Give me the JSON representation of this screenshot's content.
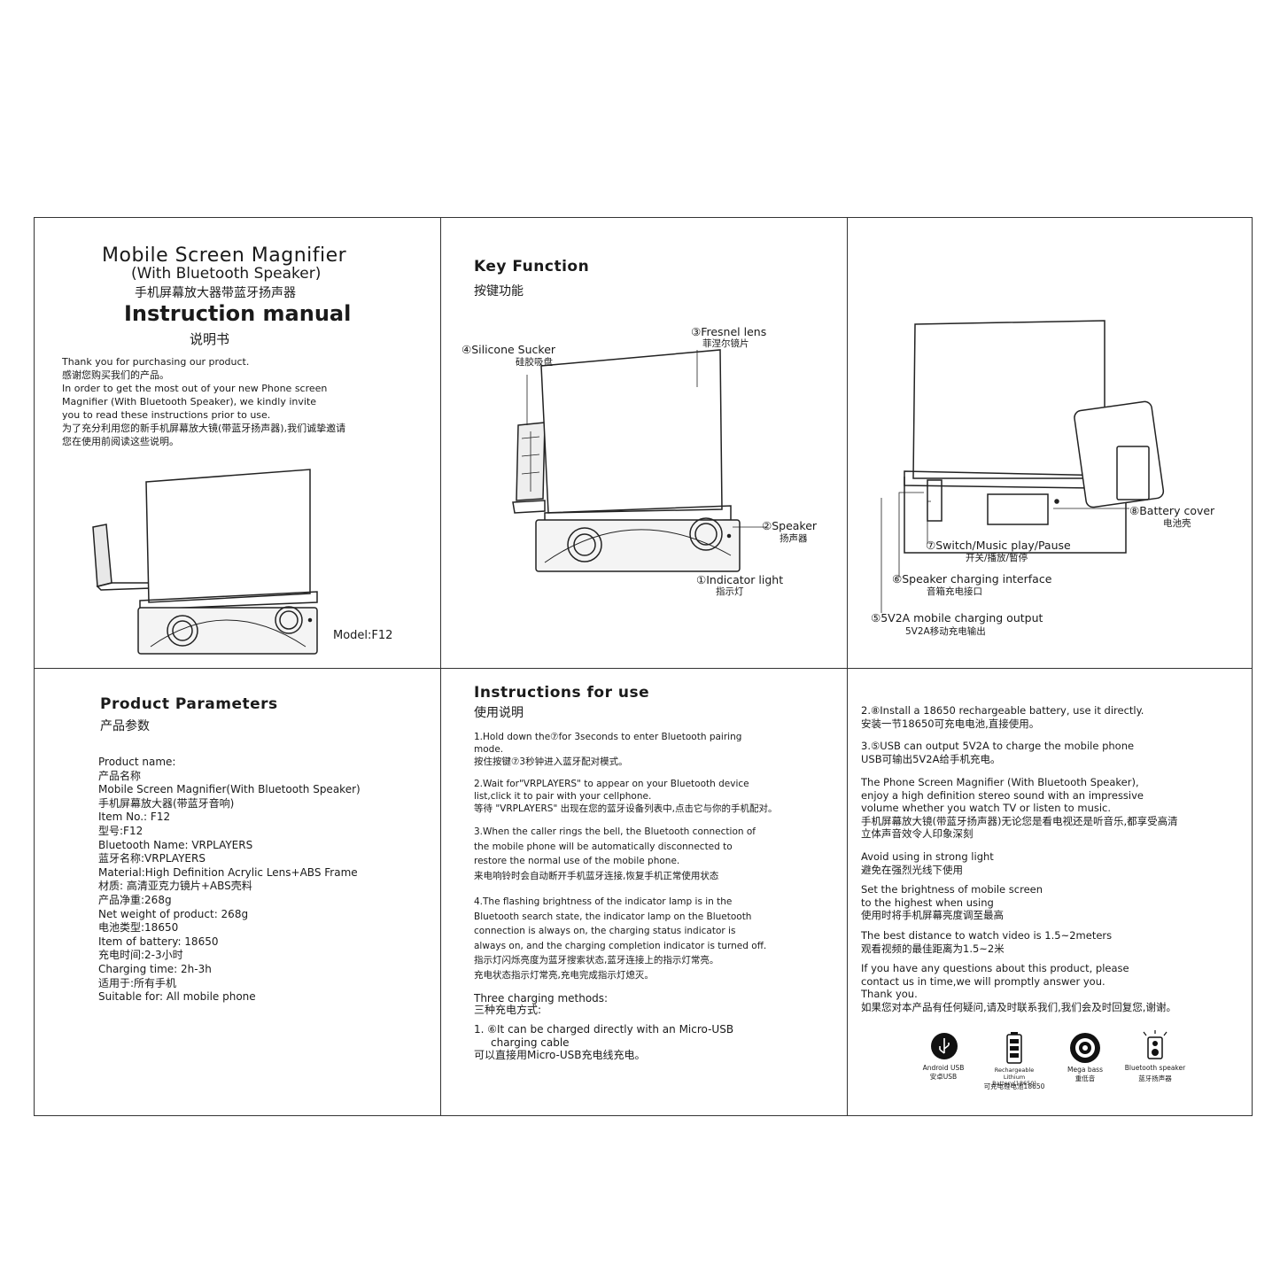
{
  "panel1": {
    "title": "Mobile Screen Magnifier",
    "subtitle": "(With Bluetooth Speaker)",
    "title_cn": "手机屏幕放大器带蓝牙扬声器",
    "manual": "Instruction manual",
    "manual_cn": "说明书",
    "intro": [
      "Thank you for purchasing our product.",
      "感谢您购买我们的产品。",
      "In order to get the most out of your new Phone screen",
      "Magnifier (With Bluetooth Speaker), we kindly invite",
      "you to read these instructions prior to use.",
      "为了充分利用您的新手机屏幕放大镜(带蓝牙扬声器),我们诚挚邀请",
      "您在使用前阅读这些说明。"
    ],
    "model": "Model:F12"
  },
  "panel2": {
    "title": "Key Function",
    "title_cn": "按键功能",
    "labels": {
      "fresnel": "③Fresnel lens",
      "fresnel_cn": "菲涅尔镜片",
      "sucker": "④Silicone Sucker",
      "sucker_cn": "硅胶吸盘",
      "speaker": "②Speaker",
      "speaker_cn": "扬声器",
      "indicator": "①Indicator light",
      "indicator_cn": "指示灯"
    }
  },
  "panel3": {
    "labels": {
      "battery": "⑧Battery cover",
      "battery_cn": "电池壳",
      "switch": "⑦Switch/Music play/Pause",
      "switch_cn": "开关/播放/暂停",
      "charging": "⑥Speaker charging interface",
      "charging_cn": "音箱充电接口",
      "output": "⑤5V2A mobile charging output",
      "output_cn": "5V2A移动充电输出"
    }
  },
  "panel4": {
    "title": "Product Parameters",
    "title_cn": "产品参数",
    "lines": [
      "Product name:",
      "产品名称",
      "Mobile Screen Magnifier(With Bluetooth Speaker)",
      "手机屏幕放大器(带蓝牙音响)",
      "Item No.: F12",
      "型号:F12",
      "Bluetooth Name: VRPLAYERS",
      "蓝牙名称:VRPLAYERS",
      "Material:High Definition Acrylic Lens+ABS Frame",
      "材质: 高清亚克力镜片+ABS壳料",
      "产品净重:268g",
      "Net weight of product: 268g",
      "电池类型:18650",
      "Item of battery: 18650",
      "充电时间:2-3小时",
      "Charging time: 2h-3h",
      "适用于:所有手机",
      "Suitable for: All mobile phone"
    ]
  },
  "panel5": {
    "title": "Instructions for use",
    "title_cn": "使用说明",
    "steps": [
      [
        "1.Hold down the⑦for 3seconds to enter Bluetooth pairing",
        "mode.",
        "按住按键⑦3秒钟进入蓝牙配对模式。"
      ],
      [
        "2.Wait for\"VRPLAYERS\" to appear on your Bluetooth device",
        "list,click it to pair with your cellphone.",
        "等待 \"VRPLAYERS\" 出现在您的蓝牙设备列表中,点击它与你的手机配对。"
      ],
      [
        "3.When the caller rings the bell, the Bluetooth connection of",
        "the mobile phone will be automatically disconnected to",
        "restore the normal use of the mobile phone.",
        "来电响铃时会自动断开手机蓝牙连接,恢复手机正常使用状态"
      ],
      [
        "4.The flashing brightness of the indicator lamp is in the",
        "Bluetooth search state, the indicator lamp on the Bluetooth",
        "connection is always on, the charging status indicator is",
        "always on, and the charging completion indicator is turned off.",
        "指示灯闪烁亮度为蓝牙搜索状态,蓝牙连接上的指示灯常亮。",
        "充电状态指示灯常亮,充电完成指示灯熄灭。"
      ]
    ],
    "methods_title": "Three charging methods:",
    "methods_title_cn": "三种充电方式:",
    "method1": [
      "1. ⑥It can be charged directly with an Micro-USB",
      "charging cable",
      "可以直接用Micro-USB充电线充电。"
    ]
  },
  "panel6": {
    "paras": [
      [
        "2.⑧Install a 18650 rechargeable battery, use it directly.",
        "安装一节18650可充电电池,直接使用。"
      ],
      [
        "3.⑤USB can output 5V2A to charge the mobile phone",
        "USB可输出5V2A给手机充电。"
      ],
      [
        "The Phone Screen Magnifier (With Bluetooth Speaker),",
        "enjoy a high definition stereo sound with an impressive",
        "volume whether you watch TV or listen to music.",
        "手机屏幕放大镜(带蓝牙扬声器)无论您是看电视还是听音乐,都享受高清",
        "立体声音效令人印象深刻"
      ],
      [
        "Avoid using in strong light",
        "避免在强烈光线下使用"
      ],
      [
        "Set the brightness of mobile screen",
        "to the highest when using",
        "使用时将手机屏幕亮度调至最高"
      ],
      [
        "The best distance to watch video is 1.5~2meters",
        "观看视频的最佳距离为1.5~2米"
      ],
      [
        "If you have any questions about this product, please",
        "contact us in time,we will promptly answer you.",
        "Thank you.",
        "如果您对本产品有任何疑问,请及时联系我们,我们会及时回复您,谢谢。"
      ]
    ],
    "icons": [
      {
        "name": "android-usb-icon",
        "label": "Android USB",
        "label_cn": "安卓USB"
      },
      {
        "name": "battery-icon",
        "label": "Rechargeable Lithium Battery(18650)",
        "label_cn": "可充电锂电池18650"
      },
      {
        "name": "mega-bass-icon",
        "label": "Mega bass",
        "label_cn": "重低音"
      },
      {
        "name": "bluetooth-speaker-icon",
        "label": "Bluetooth speaker",
        "label_cn": "蓝牙扬声器"
      }
    ]
  }
}
